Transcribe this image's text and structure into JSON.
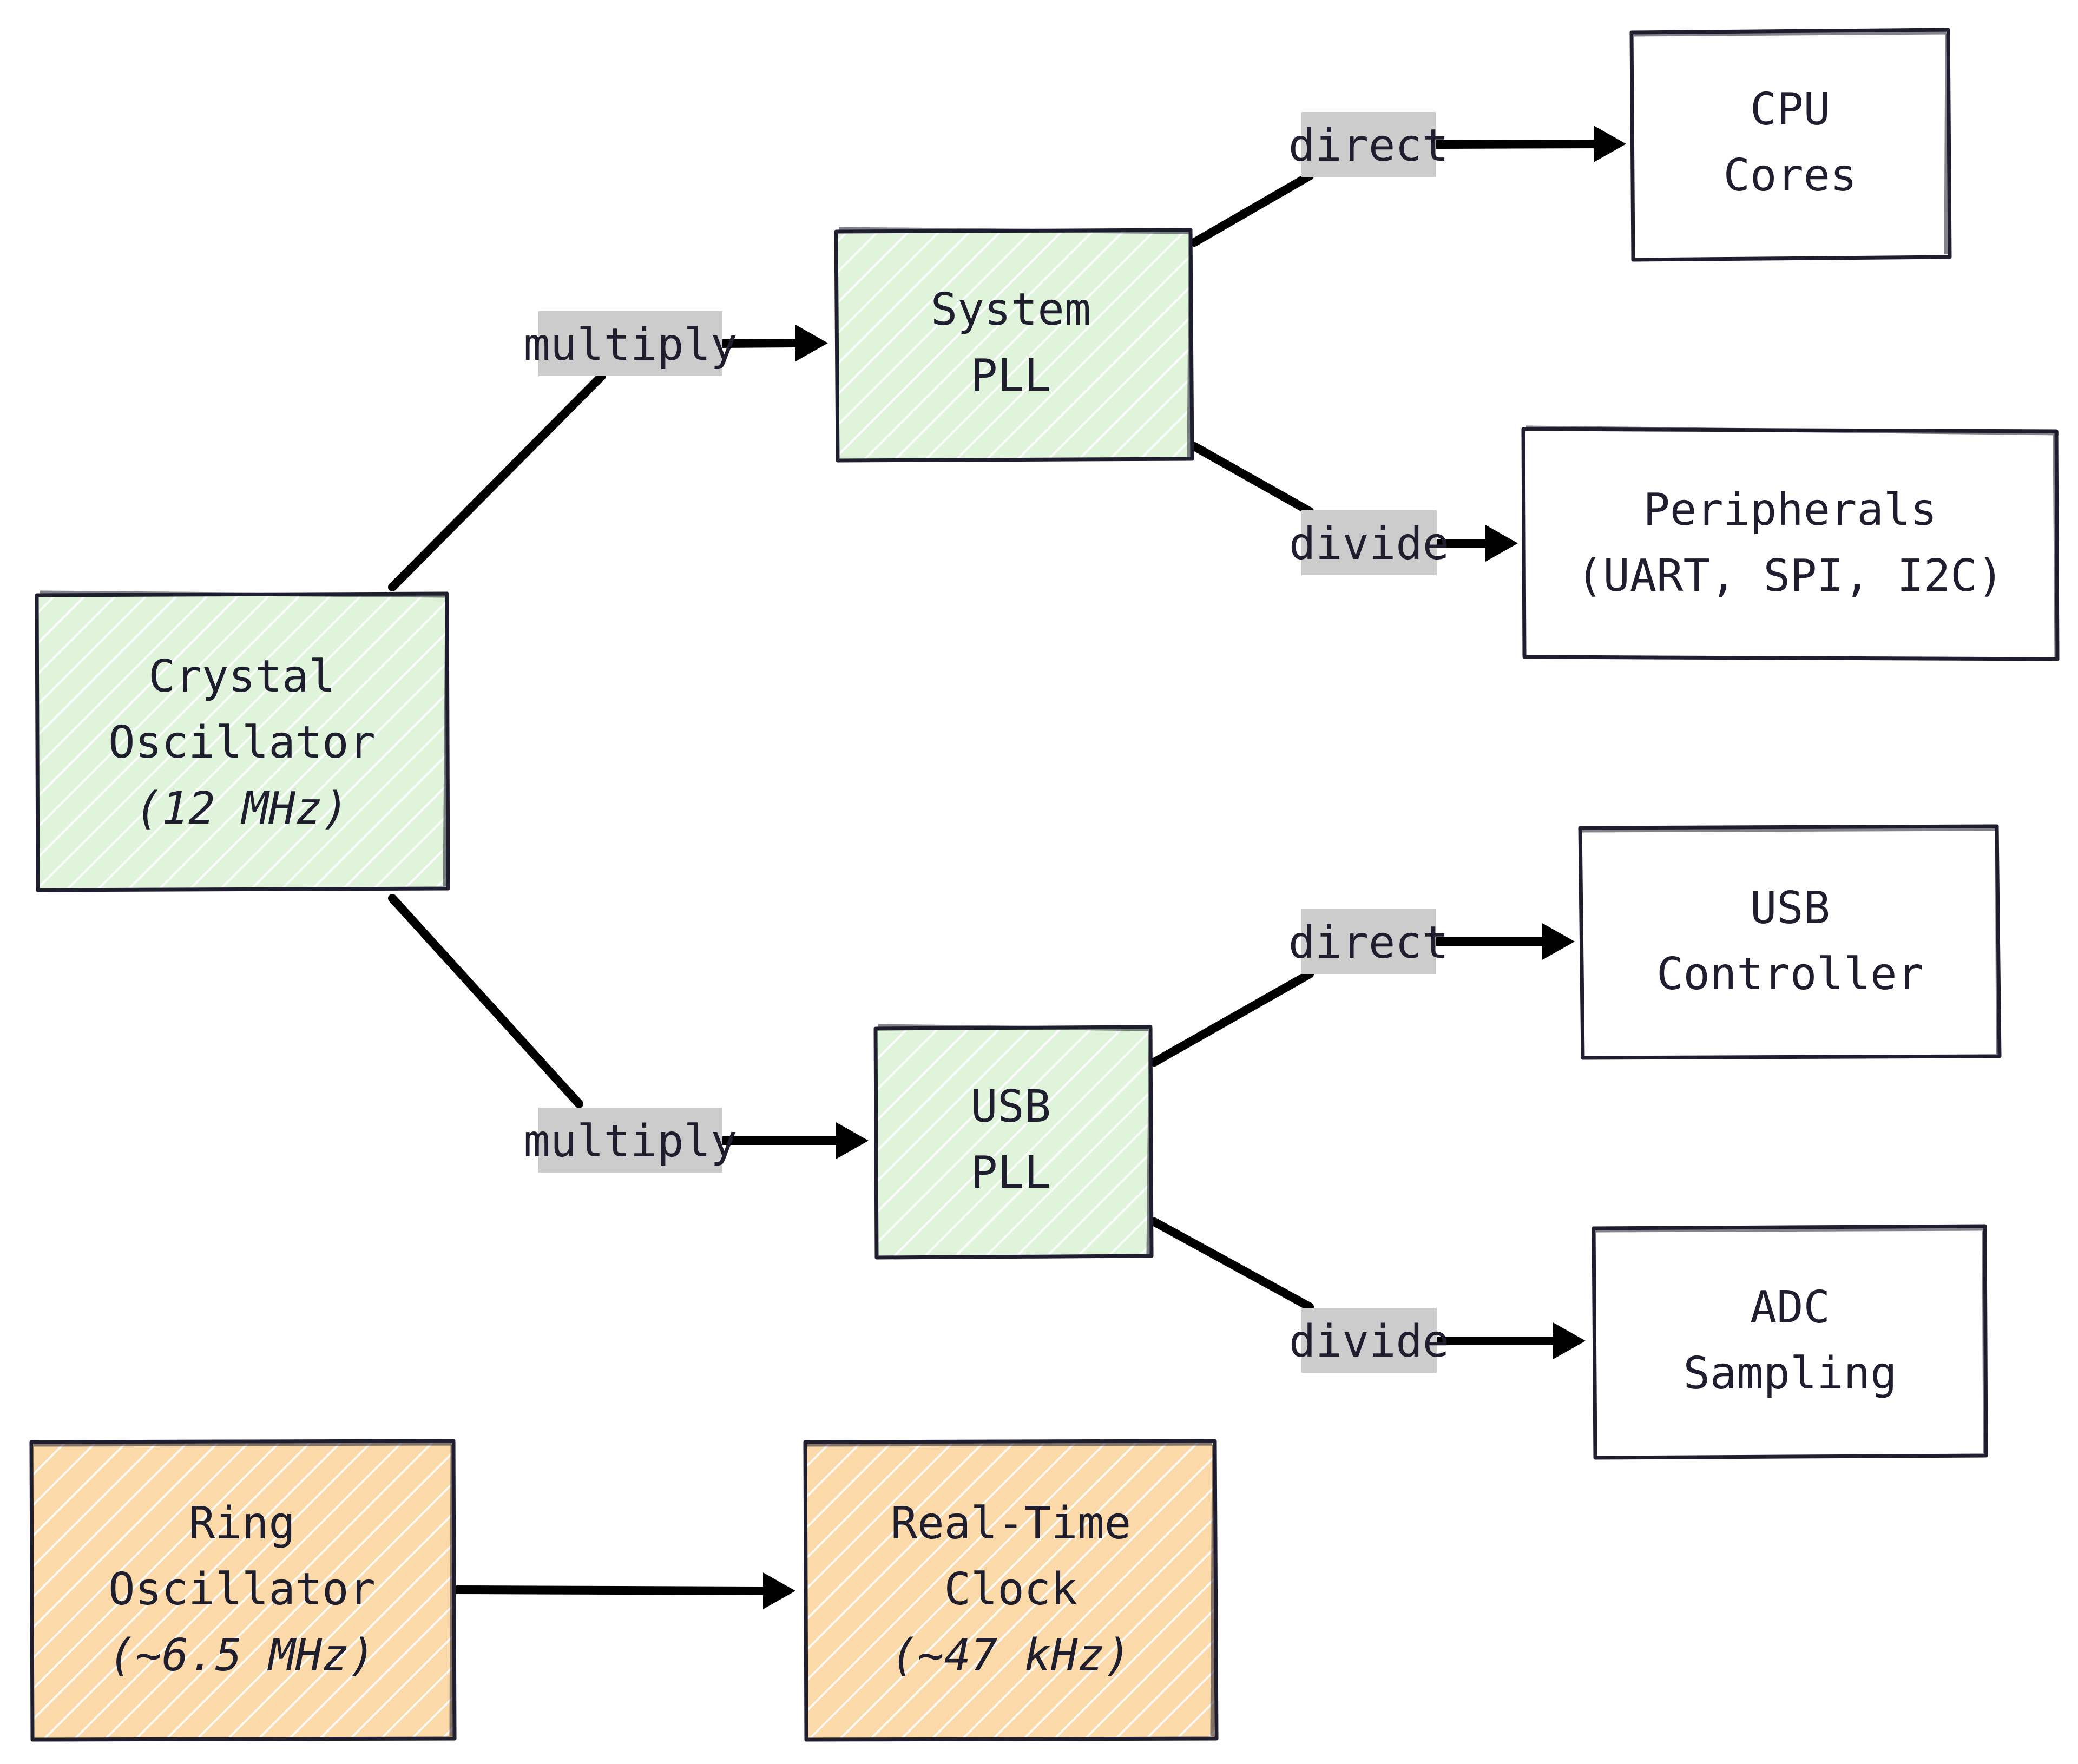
{
  "colors": {
    "green_fill": "#e0f4dc",
    "orange_fill": "#fbd9a8",
    "white_fill": "#ffffff",
    "border": "#1e1e2e",
    "label_bg": "#cccccc",
    "edge": "#000000"
  },
  "nodes": {
    "crystal": {
      "line1": "Crystal",
      "line2": "Oscillator",
      "line3": "(12 MHz)"
    },
    "system_pll": {
      "line1": "System",
      "line2": "PLL"
    },
    "usb_pll": {
      "line1": "USB",
      "line2": "PLL"
    },
    "cpu": {
      "line1": "CPU",
      "line2": "Cores"
    },
    "peripherals": {
      "line1": "Peripherals",
      "line2": "(UART, SPI, I2C)"
    },
    "usb_controller": {
      "line1": "USB",
      "line2": "Controller"
    },
    "adc": {
      "line1": "ADC",
      "line2": "Sampling"
    },
    "ring": {
      "line1": "Ring",
      "line2": "Oscillator",
      "line3": "(~6.5 MHz)"
    },
    "rtc": {
      "line1": "Real-Time",
      "line2": "Clock",
      "line3": "(~47 kHz)"
    }
  },
  "edges": {
    "crystal_to_system_pll": "multiply",
    "crystal_to_usb_pll": "multiply",
    "system_pll_to_cpu": "direct",
    "system_pll_to_peripherals": "divide",
    "usb_pll_to_usb_controller": "direct",
    "usb_pll_to_adc": "divide"
  }
}
